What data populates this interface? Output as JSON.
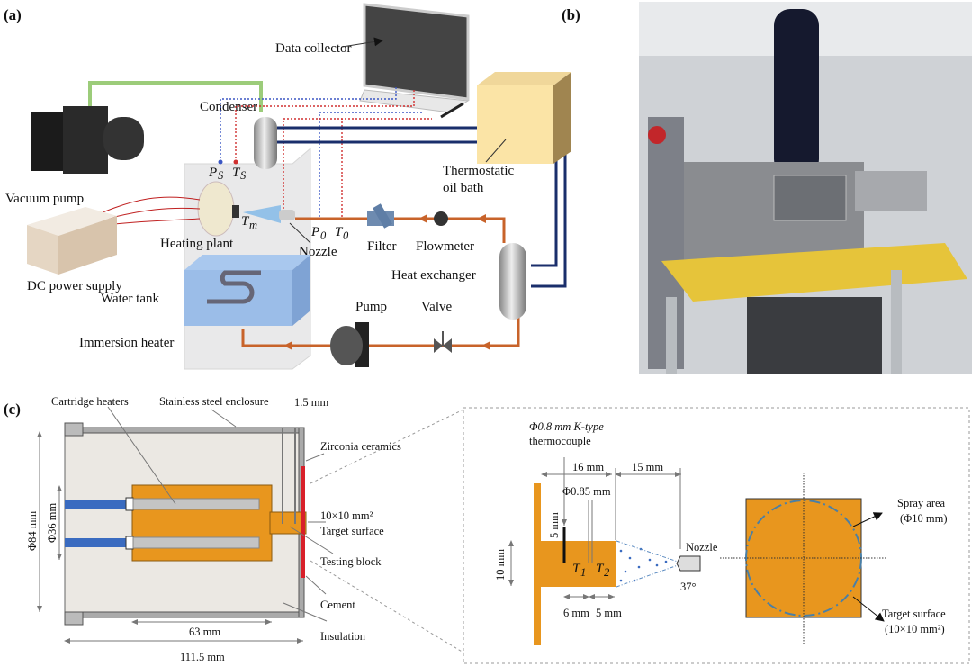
{
  "panels": {
    "a": "(a)",
    "b": "(b)",
    "c": "(c)"
  },
  "a": {
    "data_collector": "Data collector",
    "condenser": "Condenser",
    "vacuum_pump": "Vacuum pump",
    "thermostatic_1": "Thermostatic",
    "thermostatic_2": "oil bath",
    "heating_plant": "Heating plant",
    "nozzle": "Nozzle",
    "filter": "Filter",
    "flowmeter": "Flowmeter",
    "dc_power": "DC power supply",
    "water_tank": "Water tank",
    "heat_exchanger": "Heat exchanger",
    "pump": "Pump",
    "valve": "Valve",
    "immersion_heater": "Immersion heater",
    "symbols": {
      "ps": {
        "base": "P",
        "sub": "S"
      },
      "ts": {
        "base": "T",
        "sub": "S"
      },
      "tm": {
        "base": "T",
        "sub": "m"
      },
      "p0": {
        "base": "P",
        "sub": "0"
      },
      "t0": {
        "base": "T",
        "sub": "0"
      }
    },
    "colors": {
      "vacuum_line": "#9ccc7a",
      "oil_line": "#1a2e6b",
      "water_line": "#c8632a",
      "signal_blue": "#3b57c4",
      "signal_red": "#d03030"
    }
  },
  "c": {
    "cartridge_heaters": "Cartridge heaters",
    "enclosure": "Stainless steel enclosure",
    "d15": "1.5 mm",
    "zirconia": "Zirconia ceramics",
    "area": "10×10 mm²",
    "target_surface": "Target surface",
    "testing_block": "Testing block",
    "cement": "Cement",
    "insulation": "Insulation",
    "d84": "Φ84 mm",
    "d36": "Φ36 mm",
    "d63": "63 mm",
    "d1115": "111.5 mm",
    "thermocouple_1": "Φ0.8 mm K-type",
    "thermocouple_2": "thermocouple",
    "d16": "16 mm",
    "d15mm": "15 mm",
    "d085": "Φ0.85 mm",
    "d5v": "5 mm",
    "d10": "10 mm",
    "t1": {
      "base": "T",
      "sub": "1"
    },
    "t2": {
      "base": "T",
      "sub": "2"
    },
    "nozzle": "Nozzle",
    "angle": "37°",
    "d6": "6 mm",
    "d5": "5 mm",
    "spray_1": "Spray area",
    "spray_2": "(Φ10 mm)",
    "target_1": "Target surface",
    "target_2": "(10×10 mm²)",
    "colors": {
      "copper": "#e8961e",
      "insulation": "#ebe8e3",
      "cable": "#3a6bc0",
      "cement": "#d8202a"
    }
  }
}
